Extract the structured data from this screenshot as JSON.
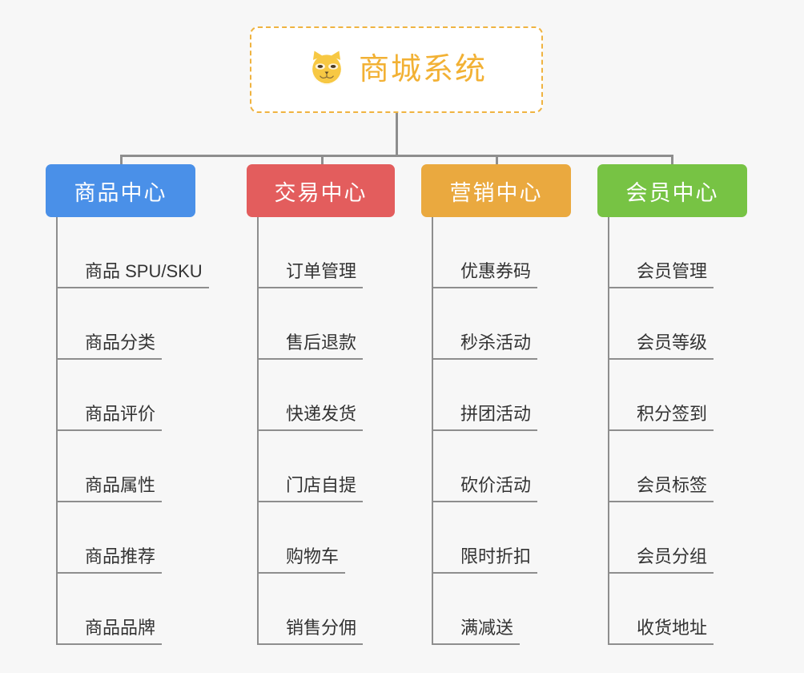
{
  "page": {
    "background_color": "#f7f7f7",
    "type": "mindmap"
  },
  "root": {
    "title": "商城系统",
    "icon": "shiba-dog-icon",
    "text_color": "#f2b134",
    "border_color": "#efb340",
    "background_color": "#ffffff"
  },
  "connector": {
    "color": "#8e8e8e"
  },
  "branches": [
    {
      "label": "商品中心",
      "color": "#4a90e8",
      "items": [
        {
          "label": "商品 SPU/SKU"
        },
        {
          "label": "商品分类"
        },
        {
          "label": "商品评价"
        },
        {
          "label": "商品属性"
        },
        {
          "label": "商品推荐"
        },
        {
          "label": "商品品牌"
        }
      ]
    },
    {
      "label": "交易中心",
      "color": "#e35d5d",
      "items": [
        {
          "label": "订单管理"
        },
        {
          "label": "售后退款"
        },
        {
          "label": "快递发货"
        },
        {
          "label": "门店自提"
        },
        {
          "label": "购物车"
        },
        {
          "label": "销售分佣"
        }
      ]
    },
    {
      "label": "营销中心",
      "color": "#eaa93f",
      "items": [
        {
          "label": "优惠券码"
        },
        {
          "label": "秒杀活动"
        },
        {
          "label": "拼团活动"
        },
        {
          "label": "砍价活动"
        },
        {
          "label": "限时折扣"
        },
        {
          "label": "满减送"
        }
      ]
    },
    {
      "label": "会员中心",
      "color": "#77c344",
      "items": [
        {
          "label": "会员管理"
        },
        {
          "label": "会员等级"
        },
        {
          "label": "积分签到"
        },
        {
          "label": "会员标签"
        },
        {
          "label": "会员分组"
        },
        {
          "label": "收货地址"
        }
      ]
    }
  ]
}
